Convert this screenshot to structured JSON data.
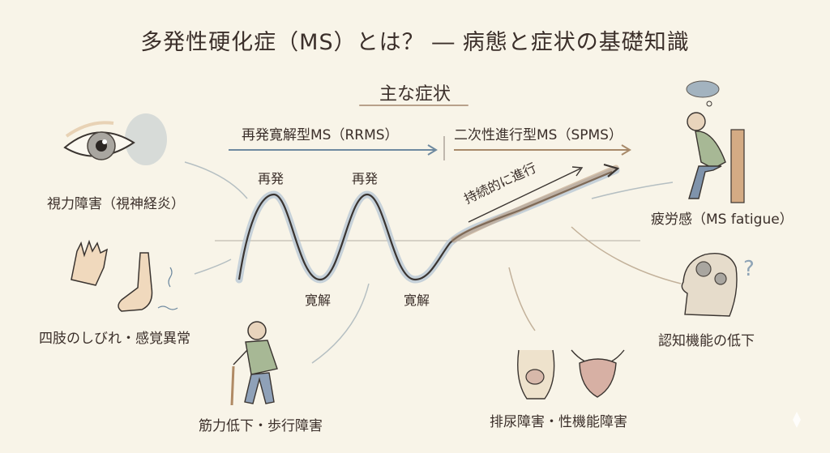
{
  "title": "多発性硬化症（MS）とは？ ― 病態と症状の基礎知識",
  "subtitle": "主な症状",
  "phases": [
    {
      "label": "再発寛解型MS（RRMS）",
      "arrow_color": "#6f8aa0"
    },
    {
      "label": "二次性進行型MS（SPMS）",
      "arrow_color": "#a88a6a"
    }
  ],
  "wave": {
    "relapse_labels": [
      "再発",
      "再発"
    ],
    "remission_labels": [
      "寛解",
      "寛解"
    ],
    "progression_label": "持続的に進行"
  },
  "symptoms": [
    {
      "id": "vision",
      "label": "視力障害（視神経炎）",
      "icon": "eye-icon"
    },
    {
      "id": "numbness",
      "label": "四肢のしびれ・感覚異常",
      "icon": "hand-foot-icon"
    },
    {
      "id": "gait",
      "label": "筋力低下・歩行障害",
      "icon": "walking-cane-icon"
    },
    {
      "id": "bladder",
      "label": "排尿障害・性機能障害",
      "icon": "bladder-icon"
    },
    {
      "id": "cognition",
      "label": "認知機能の低下",
      "icon": "head-gears-icon"
    },
    {
      "id": "fatigue",
      "label": "疲労感（MS fatigue）",
      "icon": "tired-person-icon"
    }
  ],
  "colors": {
    "background": "#f8f4e8",
    "text": "#3b2f2a",
    "rrms": "#6f8aa0",
    "spms": "#a88a6a",
    "wave_glow": "#b9c8d4"
  }
}
